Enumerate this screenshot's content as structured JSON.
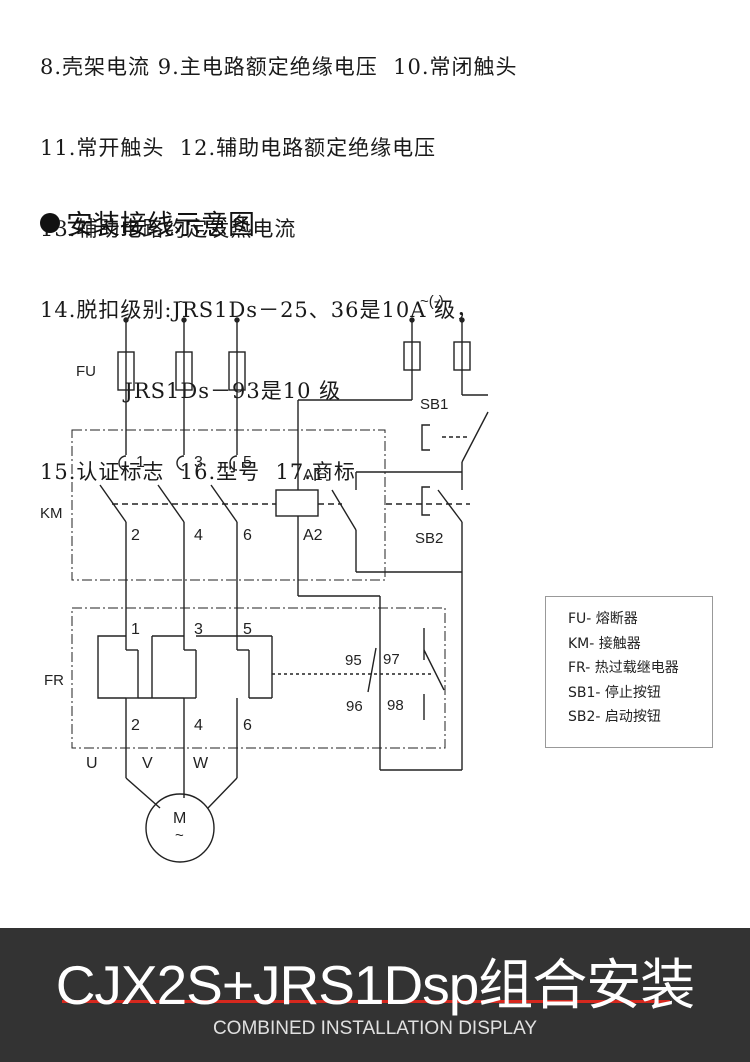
{
  "legend_lines": [
    "8.壳架电流 9.主电路额定绝缘电压  10.常闭触头",
    "11.常开触头  12.辅助电路额定绝缘电压",
    "13.辅助电路约定发热电流",
    "14.脱扣级别:JRS1Ds－25、36是10A 级，",
    "           JRS1Ds－93是10 级",
    "15.认证标志  16.型号  17.商标"
  ],
  "section_title": "安装接线示意图",
  "diagram": {
    "ac_symbol": "~",
    "control_supply_label": "~(-)",
    "fu_label": "FU",
    "km_label": "KM",
    "fr_label": "FR",
    "sb1_label": "SB1",
    "sb2_label": "SB2",
    "coil_a1": "A1",
    "coil_a2": "A2",
    "terminals_top": [
      "1",
      "3",
      "5"
    ],
    "terminals_bottom": [
      "2",
      "4",
      "6"
    ],
    "fr_contacts": [
      "95",
      "97",
      "96",
      "98"
    ],
    "motor_phases": [
      "U",
      "V",
      "W"
    ],
    "motor_label": "M",
    "motor_symbol": "~"
  },
  "key": [
    "FU- 熔断器",
    "KM- 接触器",
    "FR- 热过载继电器",
    "SB1- 停止按钮",
    "SB2- 启动按钮"
  ],
  "banner": {
    "title": "CJX2S+JRS1Dsp组合安装",
    "subtitle": "COMBINED INSTALLATION DISPLAY",
    "accent_color": "#d6281e",
    "background_color": "#333333"
  }
}
